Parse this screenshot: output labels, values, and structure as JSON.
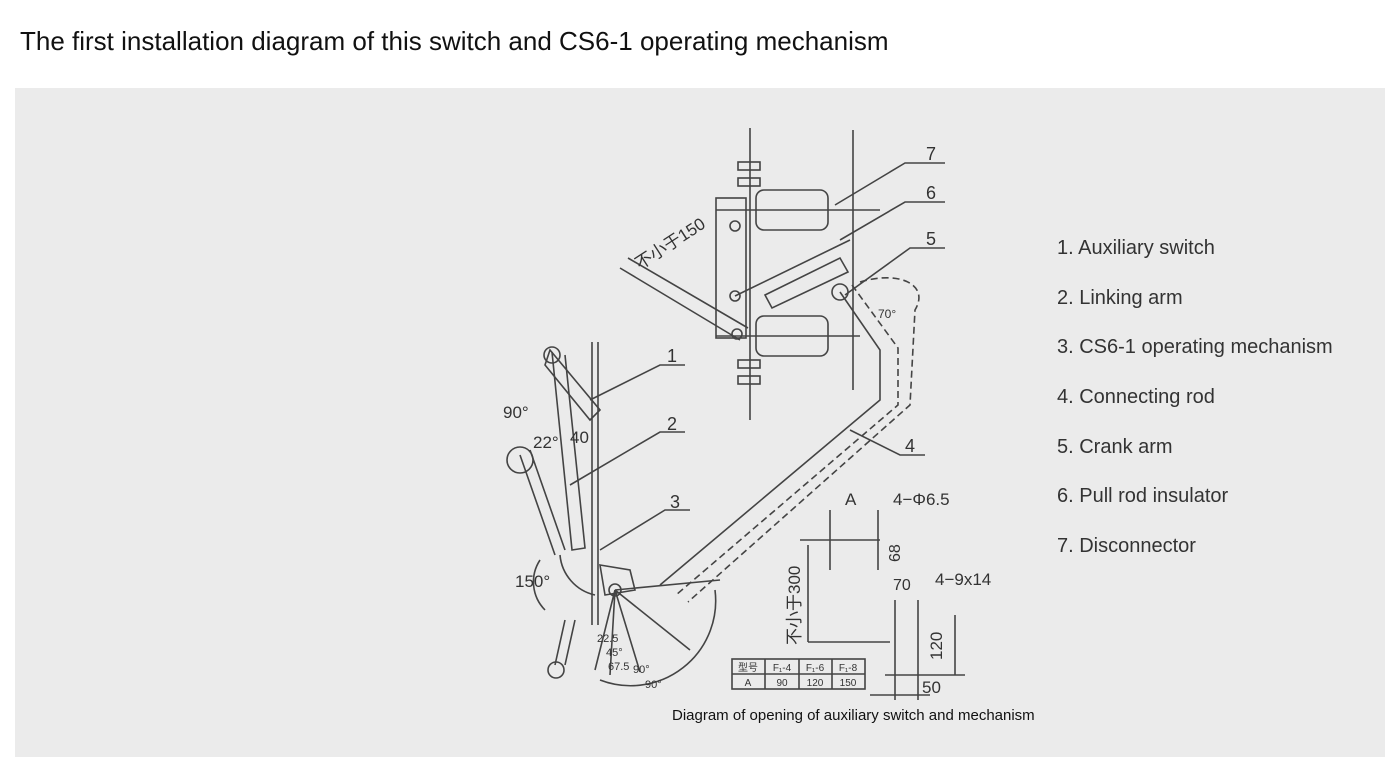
{
  "title": "The first installation diagram of this switch and CS6-1 operating mechanism",
  "legend": [
    "1. Auxiliary switch",
    "2. Linking arm",
    "3. CS6-1 operating mechanism",
    "4. Connecting rod",
    "5. Crank arm",
    "6. Pull rod insulator",
    "7. Disconnector"
  ],
  "caption": "Diagram of opening of auxiliary switch and mechanism",
  "diagram": {
    "callouts": [
      "1",
      "2",
      "3",
      "4",
      "5",
      "6",
      "7"
    ],
    "dimensions": {
      "min150": "不小于150",
      "min300": "不小于300",
      "angle90": "90°",
      "angle22": "22°",
      "dim40": "40",
      "angle150": "150°",
      "angle70": "70°",
      "a22_5": "22.5",
      "a45": "45°",
      "a67_5": "67.5",
      "a90a": "90°",
      "a90b": "90°",
      "dimA": "A",
      "holes1": "4−Φ6.5",
      "dim68": "68",
      "dim70": "70",
      "holes2": "4−9x14",
      "dim120": "120",
      "dim50": "50"
    },
    "table": {
      "header": [
        "型号",
        "F₁-4",
        "F₁-6",
        "F₁-8"
      ],
      "row": [
        "A",
        "90",
        "120",
        "150"
      ]
    }
  }
}
